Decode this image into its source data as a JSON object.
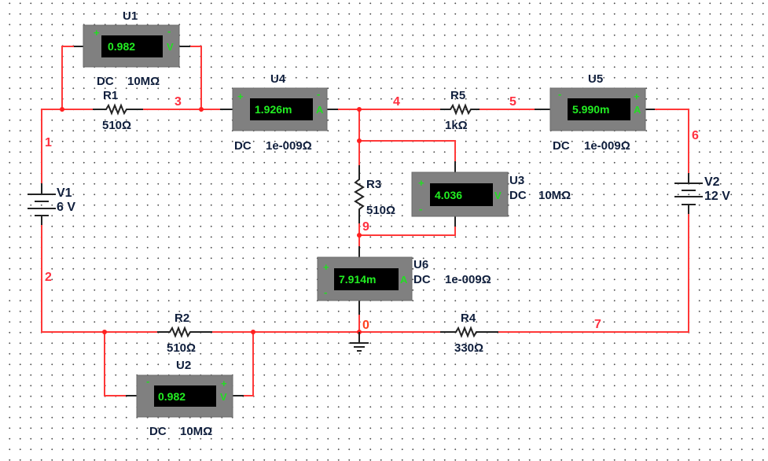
{
  "schematic": {
    "meters": {
      "U1": {
        "ref": "U1",
        "reading": "0.982",
        "unit": "V",
        "mode": "DC",
        "resistance": "10MΩ",
        "plus": "+",
        "minus": "-"
      },
      "U2": {
        "ref": "U2",
        "reading": "0.982",
        "unit": "V",
        "mode": "DC",
        "resistance": "10MΩ",
        "plus": "+",
        "minus": "-"
      },
      "U3": {
        "ref": "U3",
        "reading": "4.036",
        "unit": "V",
        "mode": "DC",
        "resistance": "10MΩ",
        "plus": "+",
        "minus": "-"
      },
      "U4": {
        "ref": "U4",
        "reading": "1.926m",
        "unit": "A",
        "mode": "DC",
        "resistance": "1e-009Ω",
        "plus": "+",
        "minus": "-"
      },
      "U5": {
        "ref": "U5",
        "reading": "5.990m",
        "unit": "A",
        "mode": "DC",
        "resistance": "1e-009Ω",
        "plus": "+",
        "minus": "-"
      },
      "U6": {
        "ref": "U6",
        "reading": "7.914m",
        "unit": "A",
        "mode": "DC",
        "resistance": "1e-009Ω",
        "plus": "+",
        "minus": "-"
      }
    },
    "resistors": {
      "R1": {
        "ref": "R1",
        "value": "510Ω"
      },
      "R2": {
        "ref": "R2",
        "value": "510Ω"
      },
      "R3": {
        "ref": "R3",
        "value": "510Ω"
      },
      "R4": {
        "ref": "R4",
        "value": "330Ω"
      },
      "R5": {
        "ref": "R5",
        "value": "1kΩ"
      }
    },
    "sources": {
      "V1": {
        "ref": "V1",
        "value": "6 V"
      },
      "V2": {
        "ref": "V2",
        "value": "12 V"
      }
    },
    "nets": {
      "n0": "0",
      "n1": "1",
      "n2": "2",
      "n3": "3",
      "n4": "4",
      "n5": "5",
      "n6": "6",
      "n7": "7",
      "n9": "9"
    },
    "colors": {
      "wire": "#ff3838",
      "meter_body": "#808080",
      "display_bg": "#000000",
      "display_text": "#22ee22",
      "label": "#0f1e3c",
      "net_label": "#ff3040"
    }
  }
}
